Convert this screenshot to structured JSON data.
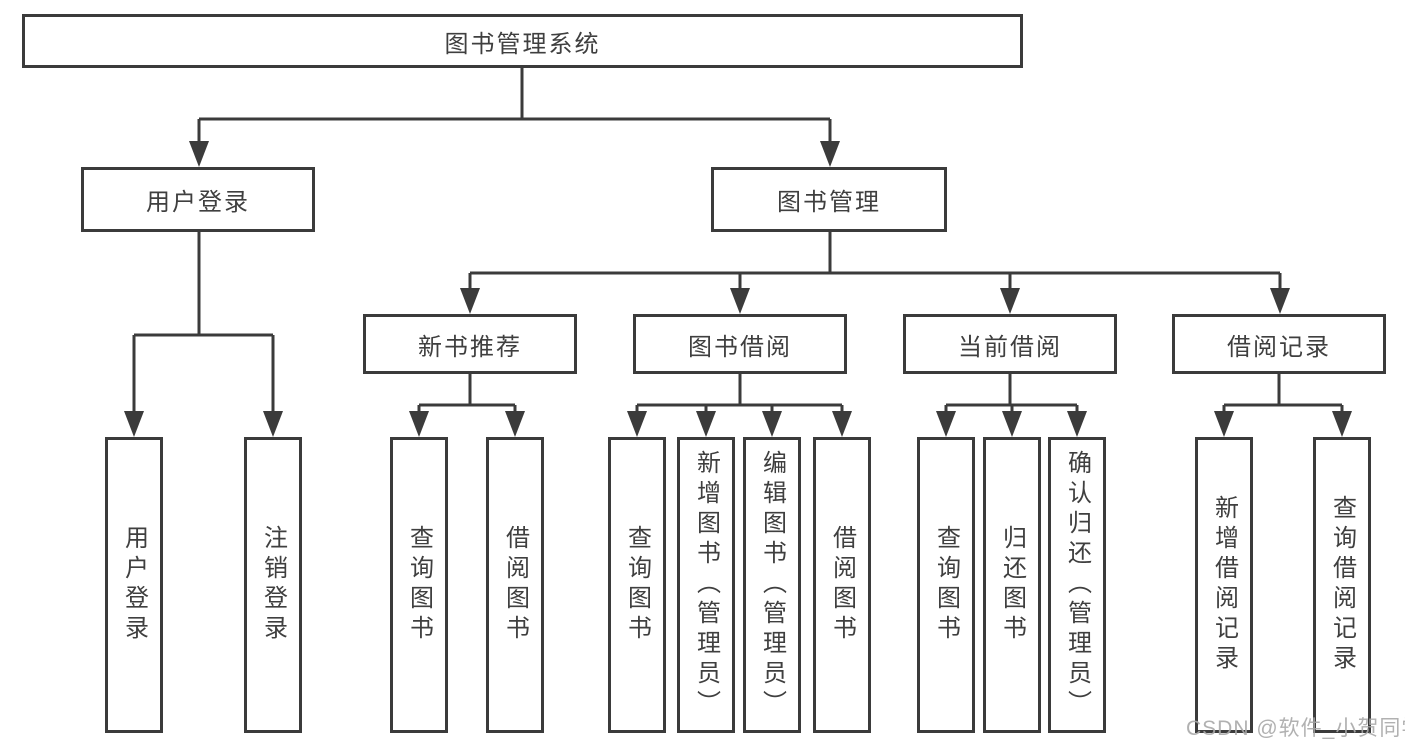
{
  "diagram_title": "图书管理系统",
  "tree": {
    "root": {
      "label": "图书管理系统"
    },
    "children": [
      {
        "label": "用户登录",
        "children": [
          {
            "label": "用户登录"
          },
          {
            "label": "注销登录"
          }
        ]
      },
      {
        "label": "图书管理",
        "children": [
          {
            "label": "新书推荐",
            "children": [
              {
                "label": "查询图书"
              },
              {
                "label": "借阅图书"
              }
            ]
          },
          {
            "label": "图书借阅",
            "children": [
              {
                "label": "查询图书"
              },
              {
                "label": "新增图书（管理员）"
              },
              {
                "label": "编辑图书（管理员）"
              },
              {
                "label": "借阅图书"
              }
            ]
          },
          {
            "label": "当前借阅",
            "children": [
              {
                "label": "查询图书"
              },
              {
                "label": "归还图书"
              },
              {
                "label": "确认归还（管理员）"
              }
            ]
          },
          {
            "label": "借阅记录",
            "children": [
              {
                "label": "新增借阅记录"
              },
              {
                "label": "查询借阅记录"
              }
            ]
          }
        ]
      }
    ]
  },
  "watermark": {
    "text": "CSDN @软件_小贺同学"
  },
  "colors": {
    "line": "#3b3b3b",
    "box_border": "#3b3b3b",
    "box_fill": "#ffffff",
    "text": "#3f3f3f",
    "background": "#ffffff",
    "watermark": "#a8a8a8"
  }
}
